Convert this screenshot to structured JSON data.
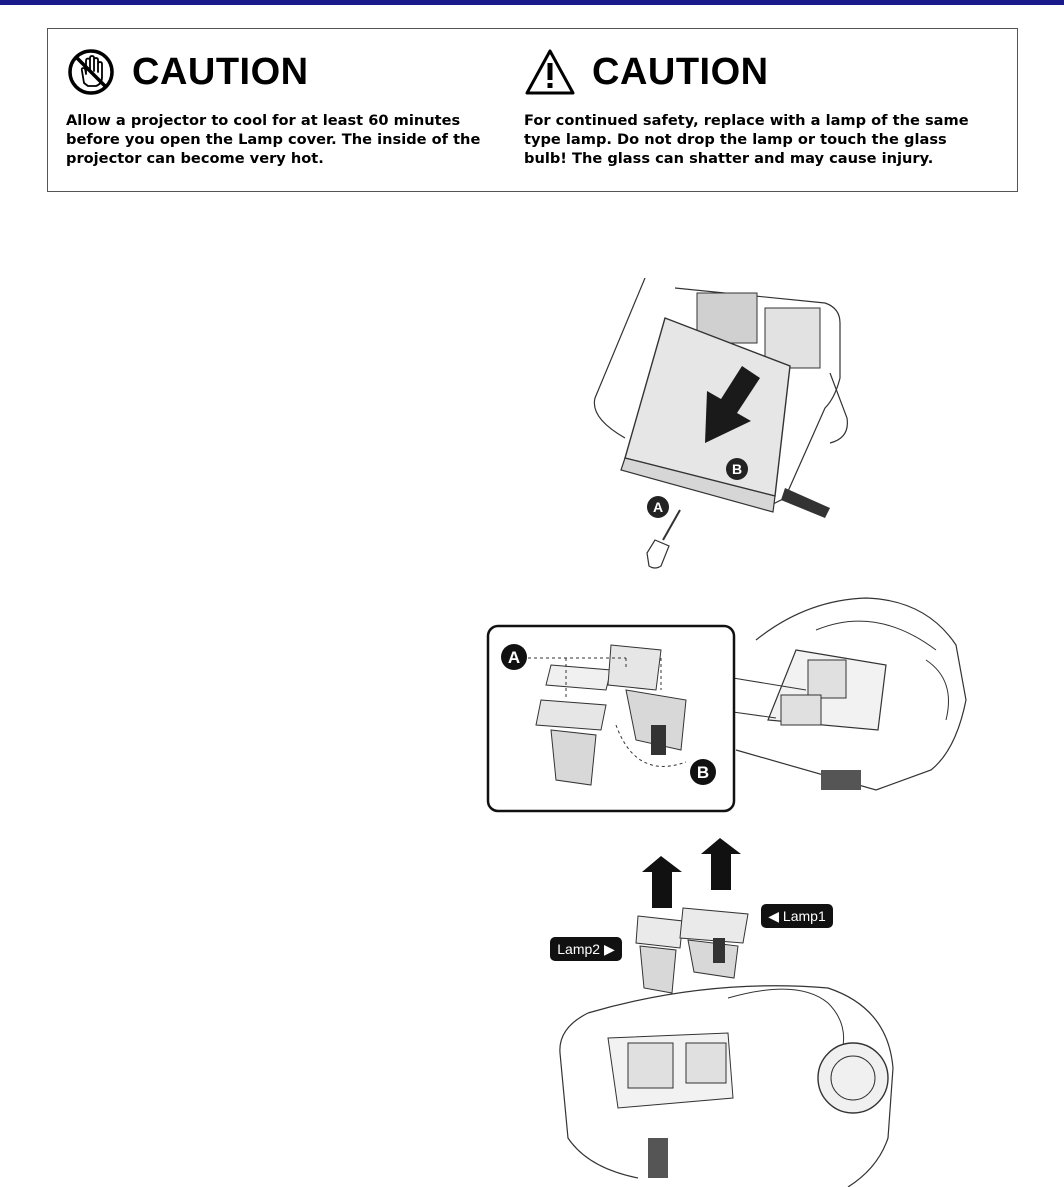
{
  "cautions": [
    {
      "icon": "do-not-touch-icon",
      "title": "CAUTION",
      "text": "Allow a projector to cool for at least 60 minutes before you open the Lamp cover. The inside of the projector can become very hot."
    },
    {
      "icon": "warning-triangle-icon",
      "title": "CAUTION",
      "text": "For continued safety, replace with a lamp of the same type lamp. Do not drop the lamp or touch the glass bulb! The glass can shatter and may cause injury."
    }
  ],
  "figure1": {
    "marker_a": "A",
    "marker_b": "B"
  },
  "figure2": {
    "marker_a": "A",
    "marker_b": "B"
  },
  "figure3": {
    "lamp1_label": "◀ Lamp1",
    "lamp2_label": "Lamp2 ▶"
  },
  "colors": {
    "rule": "#1a1a8c",
    "marker": "#222222",
    "cover": "#e6e6e6"
  }
}
